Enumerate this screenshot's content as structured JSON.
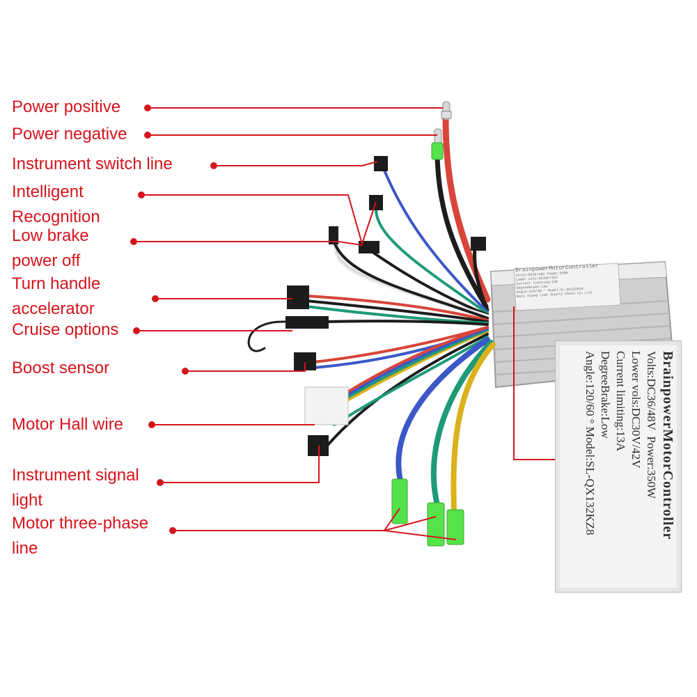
{
  "labels": {
    "power_positive": "Power positive",
    "power_negative": "Power negative",
    "instrument_switch_line": "Instrument switch line",
    "intelligent_recognition_1": "Intelligent",
    "intelligent_recognition_2": "Recognition",
    "low_brake_1": "Low brake",
    "low_brake_2": "power off",
    "turn_handle_1": "Turn handle",
    "turn_handle_2": "accelerator",
    "cruise_options": "Cruise options",
    "boost_sensor": "Boost sensor",
    "motor_hall_wire": "Motor Hall wire",
    "instrument_signal_1": "Instrument signal",
    "instrument_signal_2": "light",
    "motor_three_phase_1": "Motor three-phase",
    "motor_three_phase_2": "line"
  },
  "controller_label": {
    "title": "BrainpowerMotorController",
    "volts": "Volts:DC36/48V",
    "power": "Power:350W",
    "lower_volts": "Lower vols:DC30V/42V",
    "current": "Current limiting:13A",
    "degree": "DegreeBrake:Low",
    "angle_model": "Angle:120/60 ° Model:SL-QX132KZ8",
    "small_title": "BrainpowerMotorController",
    "small_volts": "Volts:DC36/48V   Power:350W",
    "small_lower": "Lower vols:DC30V/42V",
    "small_current": "Current limiting:13A",
    "small_degree": "DegreeBrake:Low",
    "small_angle": "Angle:120/60 ° Model:SL-QX132KZ8",
    "small_maker": "Wuxi Xiang Lian Supply Chain Co.,Ltd"
  },
  "colors": {
    "callout": "#d6141c",
    "wire_red": "#d8453a",
    "wire_black": "#1c1c1c",
    "wire_blue": "#3b57c8",
    "wire_green": "#1f9a78",
    "wire_yellow": "#d9b21c",
    "wire_white": "#e8e8e8",
    "connector_green": "#55e24a",
    "housing": "#d9d9d9"
  }
}
